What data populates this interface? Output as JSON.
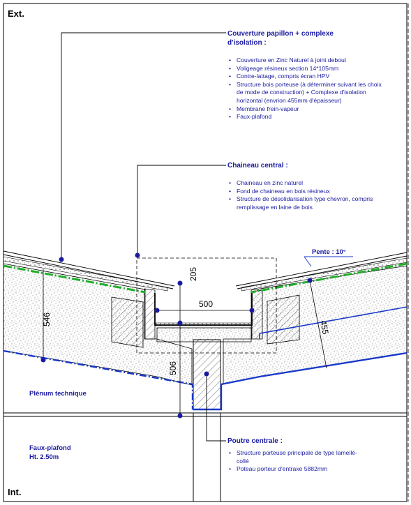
{
  "corners": {
    "top_left": "Ext.",
    "bottom_left": "Int."
  },
  "annotations": {
    "couverture": {
      "title": "Couverture papillon + complexe d'isolation :",
      "items": [
        "Couverture en Zinc Naturel à joint debout",
        "Voligeage résineux section 14*105mm",
        "Contre-lattage, compris écran HPV",
        "Structure bois porteuse (à déterminer suivant les choix de mode de construction) + Complexe d'isolation horizontal (envrion 455mm d'épaisseur)",
        "Membrane frein-vapeur",
        "Faux-plafond"
      ]
    },
    "chaineau": {
      "title": "Chaineau central :",
      "items": [
        "Chaineau en zinc naturel",
        "Fond de chaineau en bois résineux",
        "Structure de désolidarisation type chevron, compris remplissage en laine de bois"
      ]
    },
    "poutre": {
      "title": "Poutre centrale :",
      "items": [
        "Structure porteuse principale de type lamellé-collé",
        "Poteau porteur d'entraxe 5882mm"
      ]
    }
  },
  "labels": {
    "pente": "Pente : 10°",
    "plenum": "Plénum technique",
    "faux_plafond_title": "Faux-plafond",
    "faux_plafond_height": "Ht. 2.50m"
  },
  "dimensions": {
    "left_thickness": "546",
    "gutter_height": "205",
    "gutter_width": "500",
    "right_thickness": "455",
    "beam_height": "506"
  },
  "colors": {
    "annotation_blue": "#1a1aa0",
    "membrane_blue": "#1838c8",
    "screen_green": "#1fae2a",
    "outline": "#000000"
  }
}
